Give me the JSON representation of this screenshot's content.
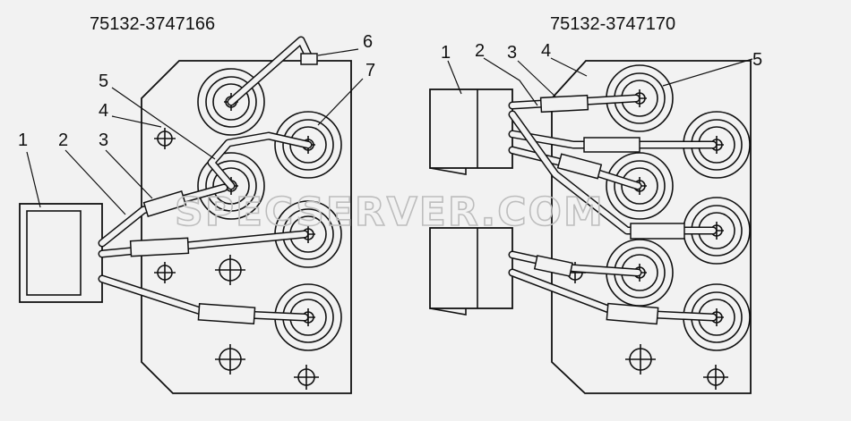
{
  "watermark": "SPECSERVER.COM",
  "left_assembly": {
    "part_number": "75132-3747166",
    "callouts": [
      "1",
      "2",
      "3",
      "4",
      "5",
      "6",
      "7"
    ]
  },
  "right_assembly": {
    "part_number": "75132-3747170",
    "callouts": [
      "1",
      "2",
      "3",
      "4",
      "5"
    ]
  }
}
